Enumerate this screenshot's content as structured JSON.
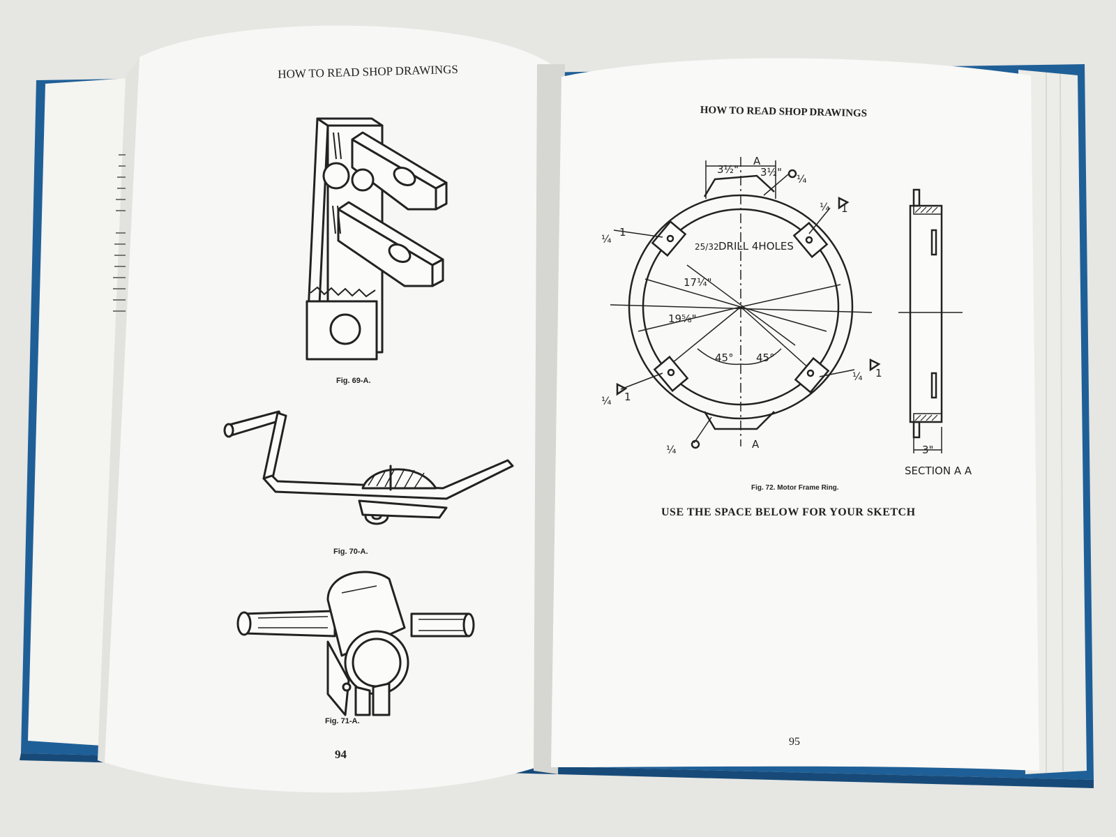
{
  "colors": {
    "cover": "#1f5f97",
    "paper": "#f7f7f5",
    "ink": "#222222",
    "background": "#e6e6e3"
  },
  "left_page": {
    "running_head": "HOW TO READ SHOP DRAWINGS",
    "page_number": "94",
    "figures": [
      {
        "caption": "Fig. 69-A."
      },
      {
        "caption": "Fig. 70-A."
      },
      {
        "caption": "Fig. 71-A."
      }
    ]
  },
  "right_page": {
    "running_head": "HOW TO READ SHOP DRAWINGS",
    "page_number": "95",
    "figure_caption": "Fig. 72. Motor Frame Ring.",
    "instruction": "USE THE SPACE BELOW FOR YOUR SKETCH",
    "drawing_labels": {
      "section_letter": "A",
      "dim_top_left": "3½\"",
      "dim_top_right": "3½\"",
      "drill_fraction": "25/32",
      "drill_note": "DRILL 4HOLES",
      "dia_inner": "17¼\"",
      "dia_outer": "19⅝\"",
      "angle_left": "45°",
      "angle_right": "45°",
      "weld_size": "¼",
      "weld_count": "1",
      "section_width": "3\"",
      "section_title": "SECTION A A"
    }
  }
}
